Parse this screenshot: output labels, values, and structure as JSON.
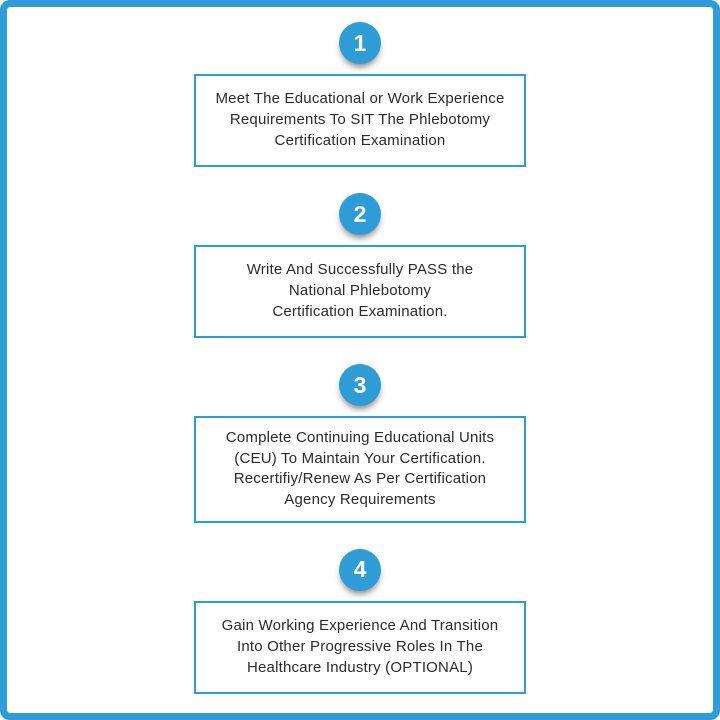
{
  "theme": {
    "accent": "#2e9cd6",
    "text": "#2b2b2b",
    "bg": "#ffffff"
  },
  "steps": [
    {
      "number": "1",
      "text": "Meet The Educational or Work Experience\nRequirements To SIT The Phlebotomy\nCertification Examination"
    },
    {
      "number": "2",
      "text": "Write And Successfully PASS the\nNational Phlebotomy\nCertification Examination."
    },
    {
      "number": "3",
      "text": "Complete Continuing Educational Units\n(CEU) To Maintain Your Certification.\nRecertifiy/Renew As Per Certification\nAgency Requirements"
    },
    {
      "number": "4",
      "text": "Gain Working Experience And Transition\nInto Other Progressive Roles In The\nHealthcare Industry (OPTIONAL)"
    }
  ]
}
